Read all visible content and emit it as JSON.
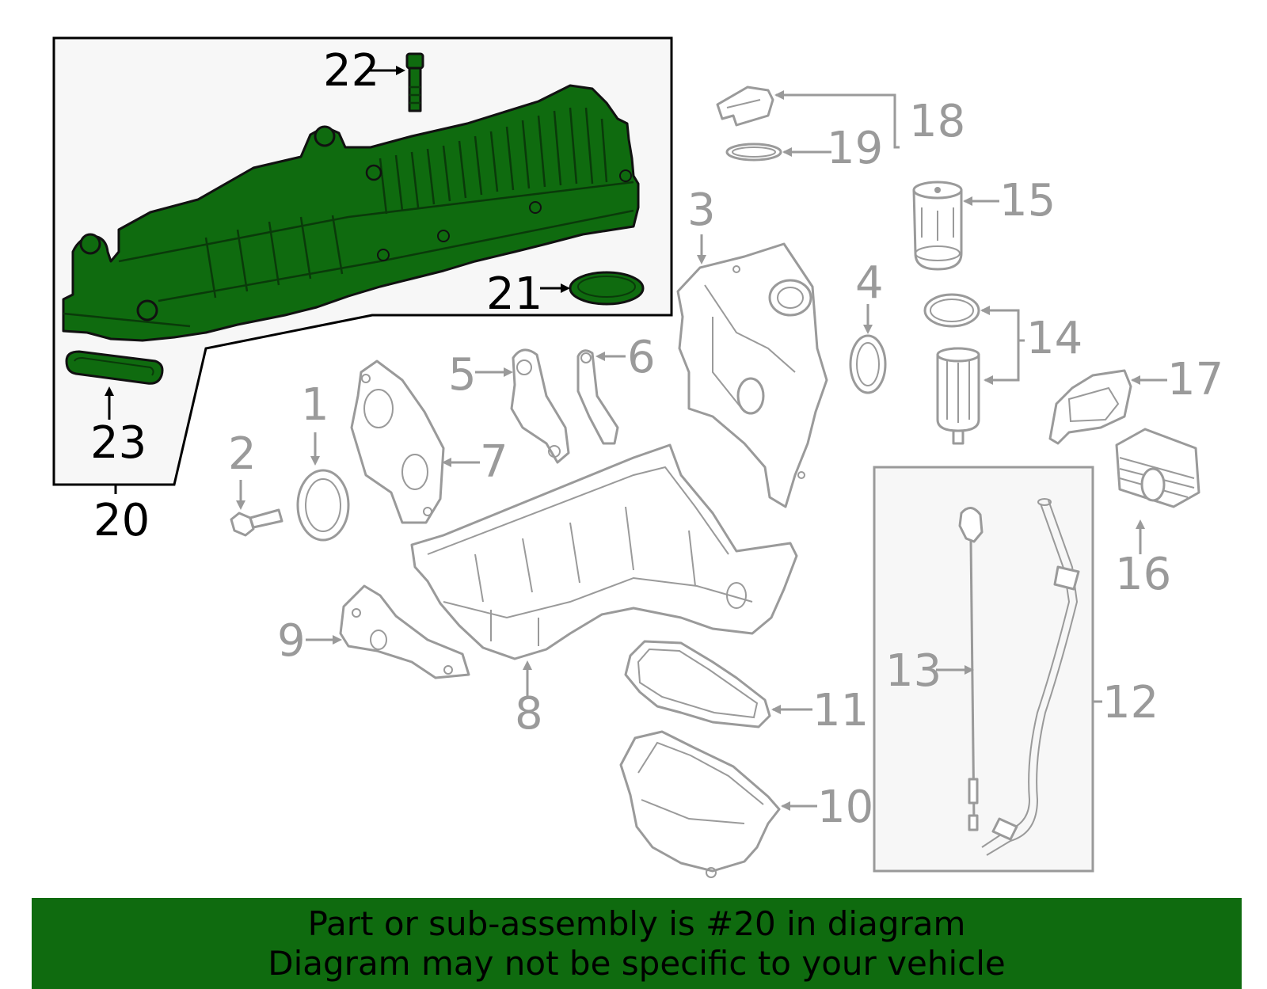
{
  "colors": {
    "highlight": "#0f6b0f",
    "inactive": "#9a9a9a",
    "active": "#000000"
  },
  "callouts": {
    "c1": "1",
    "c2": "2",
    "c3": "3",
    "c4": "4",
    "c5": "5",
    "c6": "6",
    "c7": "7",
    "c8": "8",
    "c9": "9",
    "c10": "10",
    "c11": "11",
    "c12": "12",
    "c13": "13",
    "c14": "14",
    "c15": "15",
    "c16": "16",
    "c17": "17",
    "c18": "18",
    "c19": "19",
    "c20": "20",
    "c21": "21",
    "c22": "22",
    "c23": "23"
  },
  "highlighted_part": "20",
  "banner": {
    "line1": "Part or sub-assembly is #20 in diagram",
    "line2": "Diagram may not be specific to your vehicle"
  }
}
